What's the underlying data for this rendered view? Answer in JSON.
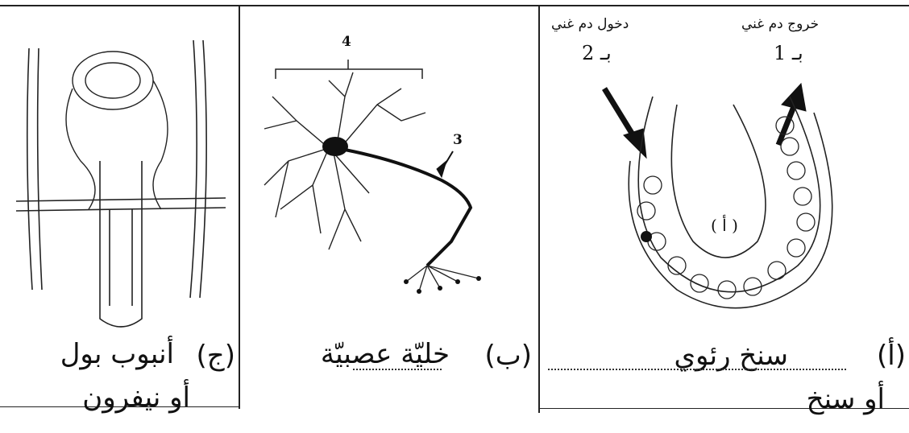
{
  "panel_a": {
    "label_out": "خروج دم غني",
    "label_out_num": "بـ 1",
    "label_in": "دخول دم غني",
    "label_in_num": "بـ 2",
    "center_label": "( أ )",
    "caption_marker": "(أ)",
    "caption_text": "سنخ رئوي",
    "caption_alt": "أو سنخ"
  },
  "panel_b": {
    "label_4": "4",
    "label_3": "3",
    "caption_marker": "(ب)",
    "caption_text": "خليّة عصبيّة"
  },
  "panel_c": {
    "caption_marker": "(ج)",
    "caption_text": "أنبوب بول",
    "caption_alt": "أو نيفرون"
  },
  "colors": {
    "ink": "#111111",
    "background": "#ffffff"
  }
}
